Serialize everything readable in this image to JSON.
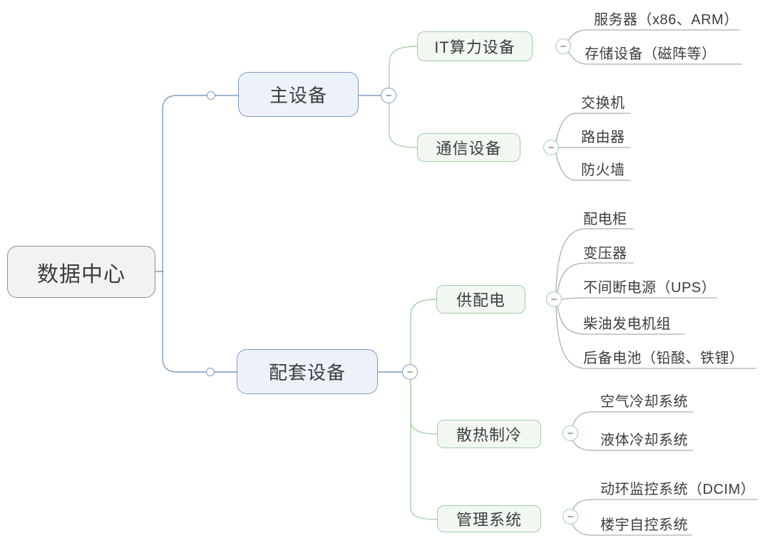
{
  "root": {
    "label": "数据中心"
  },
  "branches": [
    {
      "label": "主设备",
      "children": [
        {
          "label": "IT算力设备",
          "leaves": [
            {
              "label": "服务器（x86、ARM）"
            },
            {
              "label": "存储设备（磁阵等）"
            }
          ]
        },
        {
          "label": "通信设备",
          "leaves": [
            {
              "label": "交换机"
            },
            {
              "label": "路由器"
            },
            {
              "label": "防火墙"
            }
          ]
        }
      ]
    },
    {
      "label": "配套设备",
      "children": [
        {
          "label": "供配电",
          "leaves": [
            {
              "label": "配电柜"
            },
            {
              "label": "变压器"
            },
            {
              "label": "不间断电源（UPS）"
            },
            {
              "label": "柴油发电机组"
            },
            {
              "label": "后备电池（铅酸、铁锂）"
            }
          ]
        },
        {
          "label": "散热制冷",
          "leaves": [
            {
              "label": "空气冷却系统"
            },
            {
              "label": "液体冷却系统"
            }
          ]
        },
        {
          "label": "管理系统",
          "leaves": [
            {
              "label": "动环监控系统（DCIM）"
            },
            {
              "label": "楼宇自控系统"
            }
          ]
        }
      ]
    }
  ],
  "icons": {
    "collapse": "−"
  },
  "colors": {
    "root_fill": "#f2f2f2",
    "root_border": "#8e8e8e",
    "branch_fill": "#edf2fa",
    "branch_border": "#7f9ac4",
    "child_fill": "#f1f8f2",
    "child_border": "#a0cda6",
    "green_line": "#a8d2ad",
    "leaf_line": "#aeaeae",
    "text": "#3d3d3d",
    "background": "#ffffff"
  }
}
